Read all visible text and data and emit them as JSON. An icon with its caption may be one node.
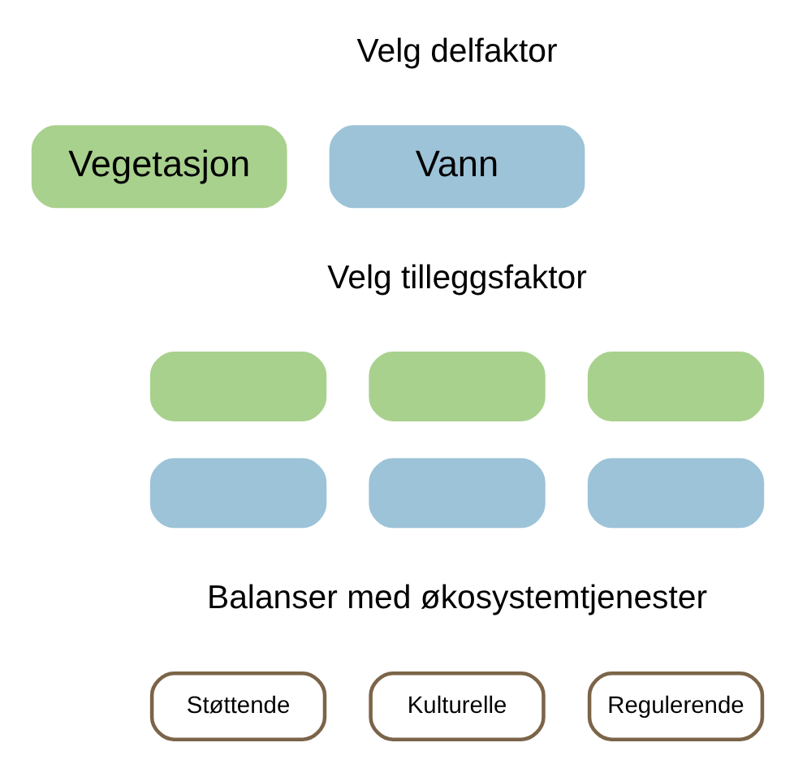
{
  "diagram": {
    "nodes": [
      {
        "text": [
          "Vegetasjon"
        ]
      },
      {
        "text": [
          "Vann"
        ]
      },
      {
        "text": [],
        "shape": "box"
      },
      {
        "text": [],
        "shape": "box"
      },
      {
        "text": [],
        "shape": "box"
      },
      {
        "text": [],
        "shape": "box"
      },
      {
        "text": [],
        "shape": "box"
      },
      {
        "text": [],
        "shape": "box"
      },
      {
        "text": [
          "Støttende"
        ]
      },
      {
        "text": [
          "Kulturelle"
        ]
      },
      {
        "text": [
          "Regulerende"
        ]
      }
    ],
    "edges": [],
    "labels": [
      "Velg delfaktor",
      "Velg tilleggsfaktor",
      "Balanser med økosystemtjenester"
    ]
  }
}
